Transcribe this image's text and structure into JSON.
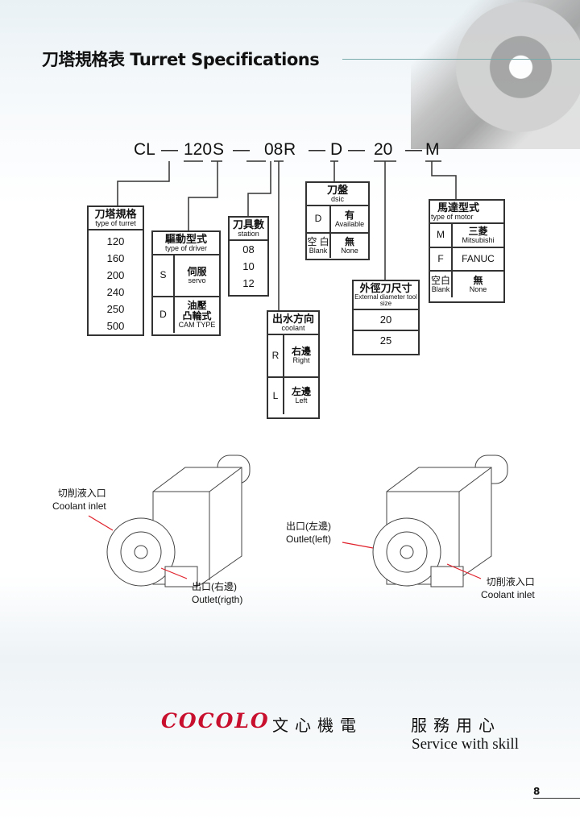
{
  "title": "刀塔規格表 Turret Specifications",
  "code": {
    "cl": "CL",
    "dash": "—",
    "turret": "120",
    "driver": "S",
    "station": "08",
    "coolant": "R",
    "disc": "D",
    "tool": "20",
    "motor": "M"
  },
  "turret_type": {
    "zh": "刀塔規格",
    "en": "type of turret",
    "values": [
      "120",
      "160",
      "200",
      "240",
      "250",
      "500"
    ]
  },
  "driver": {
    "zh": "驅動型式",
    "en": "type of driver",
    "rows": [
      {
        "k": "S",
        "zh": "伺服",
        "en": "servo"
      },
      {
        "k": "D",
        "zh": "油壓\n凸輪式",
        "en": "CAM TYPE"
      }
    ]
  },
  "station": {
    "zh": "刀具數",
    "en": "station",
    "values": [
      "08",
      "10",
      "12"
    ]
  },
  "coolant": {
    "zh": "出水方向",
    "en": "coolant",
    "rows": [
      {
        "k": "R",
        "zh": "右邊",
        "en": "Right"
      },
      {
        "k": "L",
        "zh": "左邊",
        "en": "Left"
      }
    ]
  },
  "disc": {
    "zh": "刀盤",
    "en": "dsic",
    "rows": [
      {
        "k": "D",
        "zh": "有",
        "en": "Available"
      },
      {
        "k": "空 白",
        "k2": "Blank",
        "zh": "無",
        "en": "None"
      }
    ]
  },
  "tool_size": {
    "zh": "外徑刀尺寸",
    "en": "External diameter tool size",
    "values": [
      "20",
      "25"
    ]
  },
  "motor": {
    "zh": "馬達型式",
    "en": "type of motor",
    "rows": [
      {
        "k": "M",
        "zh": "三菱",
        "en": "Mitsubishi"
      },
      {
        "k": "F",
        "zh": "",
        "en": "FANUC"
      },
      {
        "k": "空白",
        "k2": "Blank",
        "zh": "無",
        "en": "None"
      }
    ]
  },
  "figures": {
    "left": {
      "inlet_zh": "切削液入口",
      "inlet_en": "Coolant inlet",
      "outlet_zh": "出口(右邊)",
      "outlet_en": "Outlet(rigth)"
    },
    "right": {
      "inlet_zh": "切削液入口",
      "inlet_en": "Coolant inlet",
      "outlet_zh": "出口(左邊)",
      "outlet_en": "Outlet(left)"
    }
  },
  "footer": {
    "brand": "COCOLO",
    "company": "文心機電",
    "slogan_zh": "服務用心",
    "slogan_en": "Service with skill",
    "page": "8"
  }
}
